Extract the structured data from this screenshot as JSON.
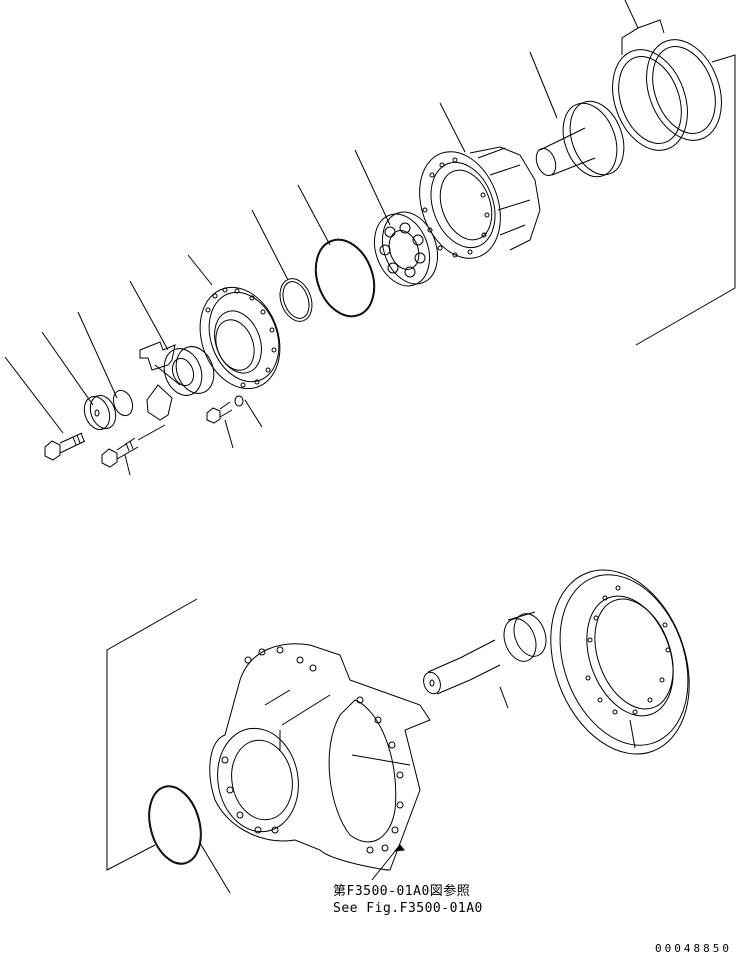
{
  "diagram": {
    "type": "exploded-parts-diagram",
    "subject": "Axle differential / pinion housing assembly",
    "stroke_color": "#000000",
    "background_color": "#ffffff",
    "upper_group": {
      "parts": [
        {
          "name": "bolt-1",
          "leader": true
        },
        {
          "name": "washer-plate",
          "leader": true
        },
        {
          "name": "o-ring-small",
          "leader": true
        },
        {
          "name": "coupling-yoke",
          "leader": true
        },
        {
          "name": "bolt-2",
          "leader": true
        },
        {
          "name": "cage-cover",
          "leader": true
        },
        {
          "name": "bolt-3",
          "leader": true
        },
        {
          "name": "washer-small",
          "leader": true
        },
        {
          "name": "snap-ring",
          "leader": true
        },
        {
          "name": "o-ring-large",
          "leader": true
        },
        {
          "name": "bearing-front",
          "leader": true
        },
        {
          "name": "bearing-cage",
          "leader": true
        },
        {
          "name": "bearing-rear-collar",
          "leader": true
        },
        {
          "name": "shim-pair",
          "leader": true
        }
      ]
    },
    "lower_group": {
      "parts": [
        {
          "name": "o-ring-housing",
          "leader": true
        },
        {
          "name": "differential-carrier-housing",
          "leader": true
        },
        {
          "name": "drive-pinion",
          "leader": true
        },
        {
          "name": "ring-gear",
          "leader": true
        }
      ]
    },
    "reference_note": {
      "line_jp": "第F3500-01A0図参照",
      "line_en": "See Fig.F3500-01A0"
    },
    "figure_number": "00048850"
  }
}
